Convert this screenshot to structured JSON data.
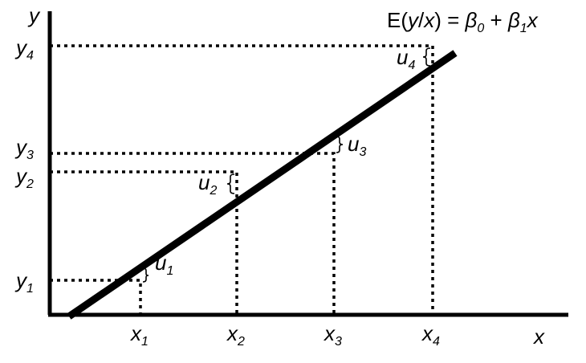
{
  "equation": {
    "lhs": "E(",
    "y": "y",
    "sep": "/",
    "x": "x",
    "close": ") = ",
    "beta": "β",
    "sub0": "0",
    "plus": " + ",
    "sub1": "1",
    "var": "x"
  },
  "axes": {
    "y_label": "y",
    "x_label": "x"
  },
  "x_ticks": [
    {
      "base": "x",
      "sub": "1"
    },
    {
      "base": "x",
      "sub": "2"
    },
    {
      "base": "x",
      "sub": "3"
    },
    {
      "base": "x",
      "sub": "4"
    }
  ],
  "y_ticks": [
    {
      "base": "y",
      "sub": "1"
    },
    {
      "base": "y",
      "sub": "2"
    },
    {
      "base": "y",
      "sub": "3"
    },
    {
      "base": "y",
      "sub": "4"
    }
  ],
  "errors": [
    {
      "base": "u",
      "sub": "1"
    },
    {
      "base": "u",
      "sub": "2"
    },
    {
      "base": "u",
      "sub": "3"
    },
    {
      "base": "u",
      "sub": "4"
    }
  ]
}
